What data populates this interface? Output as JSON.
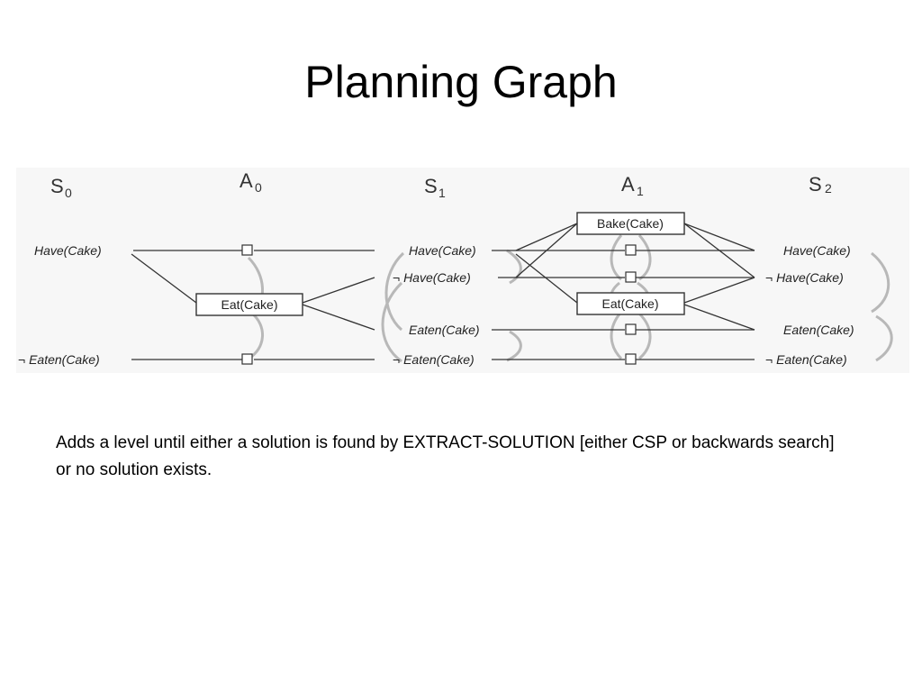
{
  "title": "Planning Graph",
  "diagram": {
    "levels": [
      {
        "letter": "S",
        "sub": "0"
      },
      {
        "letter": "A",
        "sub": "0"
      },
      {
        "letter": "S",
        "sub": "1"
      },
      {
        "letter": "A",
        "sub": "1"
      },
      {
        "letter": "S",
        "sub": "2"
      }
    ],
    "s0": [
      "Have(Cake)",
      "¬ Eaten(Cake)"
    ],
    "a0_actions": [
      "Eat(Cake)"
    ],
    "s1": [
      "Have(Cake)",
      "¬ Have(Cake)",
      "Eaten(Cake)",
      "¬ Eaten(Cake)"
    ],
    "a1_actions": [
      "Bake(Cake)",
      "Eat(Cake)"
    ],
    "s2": [
      "Have(Cake)",
      "¬ Have(Cake)",
      "Eaten(Cake)",
      "¬ Eaten(Cake)"
    ]
  },
  "body": {
    "text": "Adds a level until either a solution is found by EXTRACT-SOLUTION [either CSP or backwards search] or no solution exists."
  }
}
